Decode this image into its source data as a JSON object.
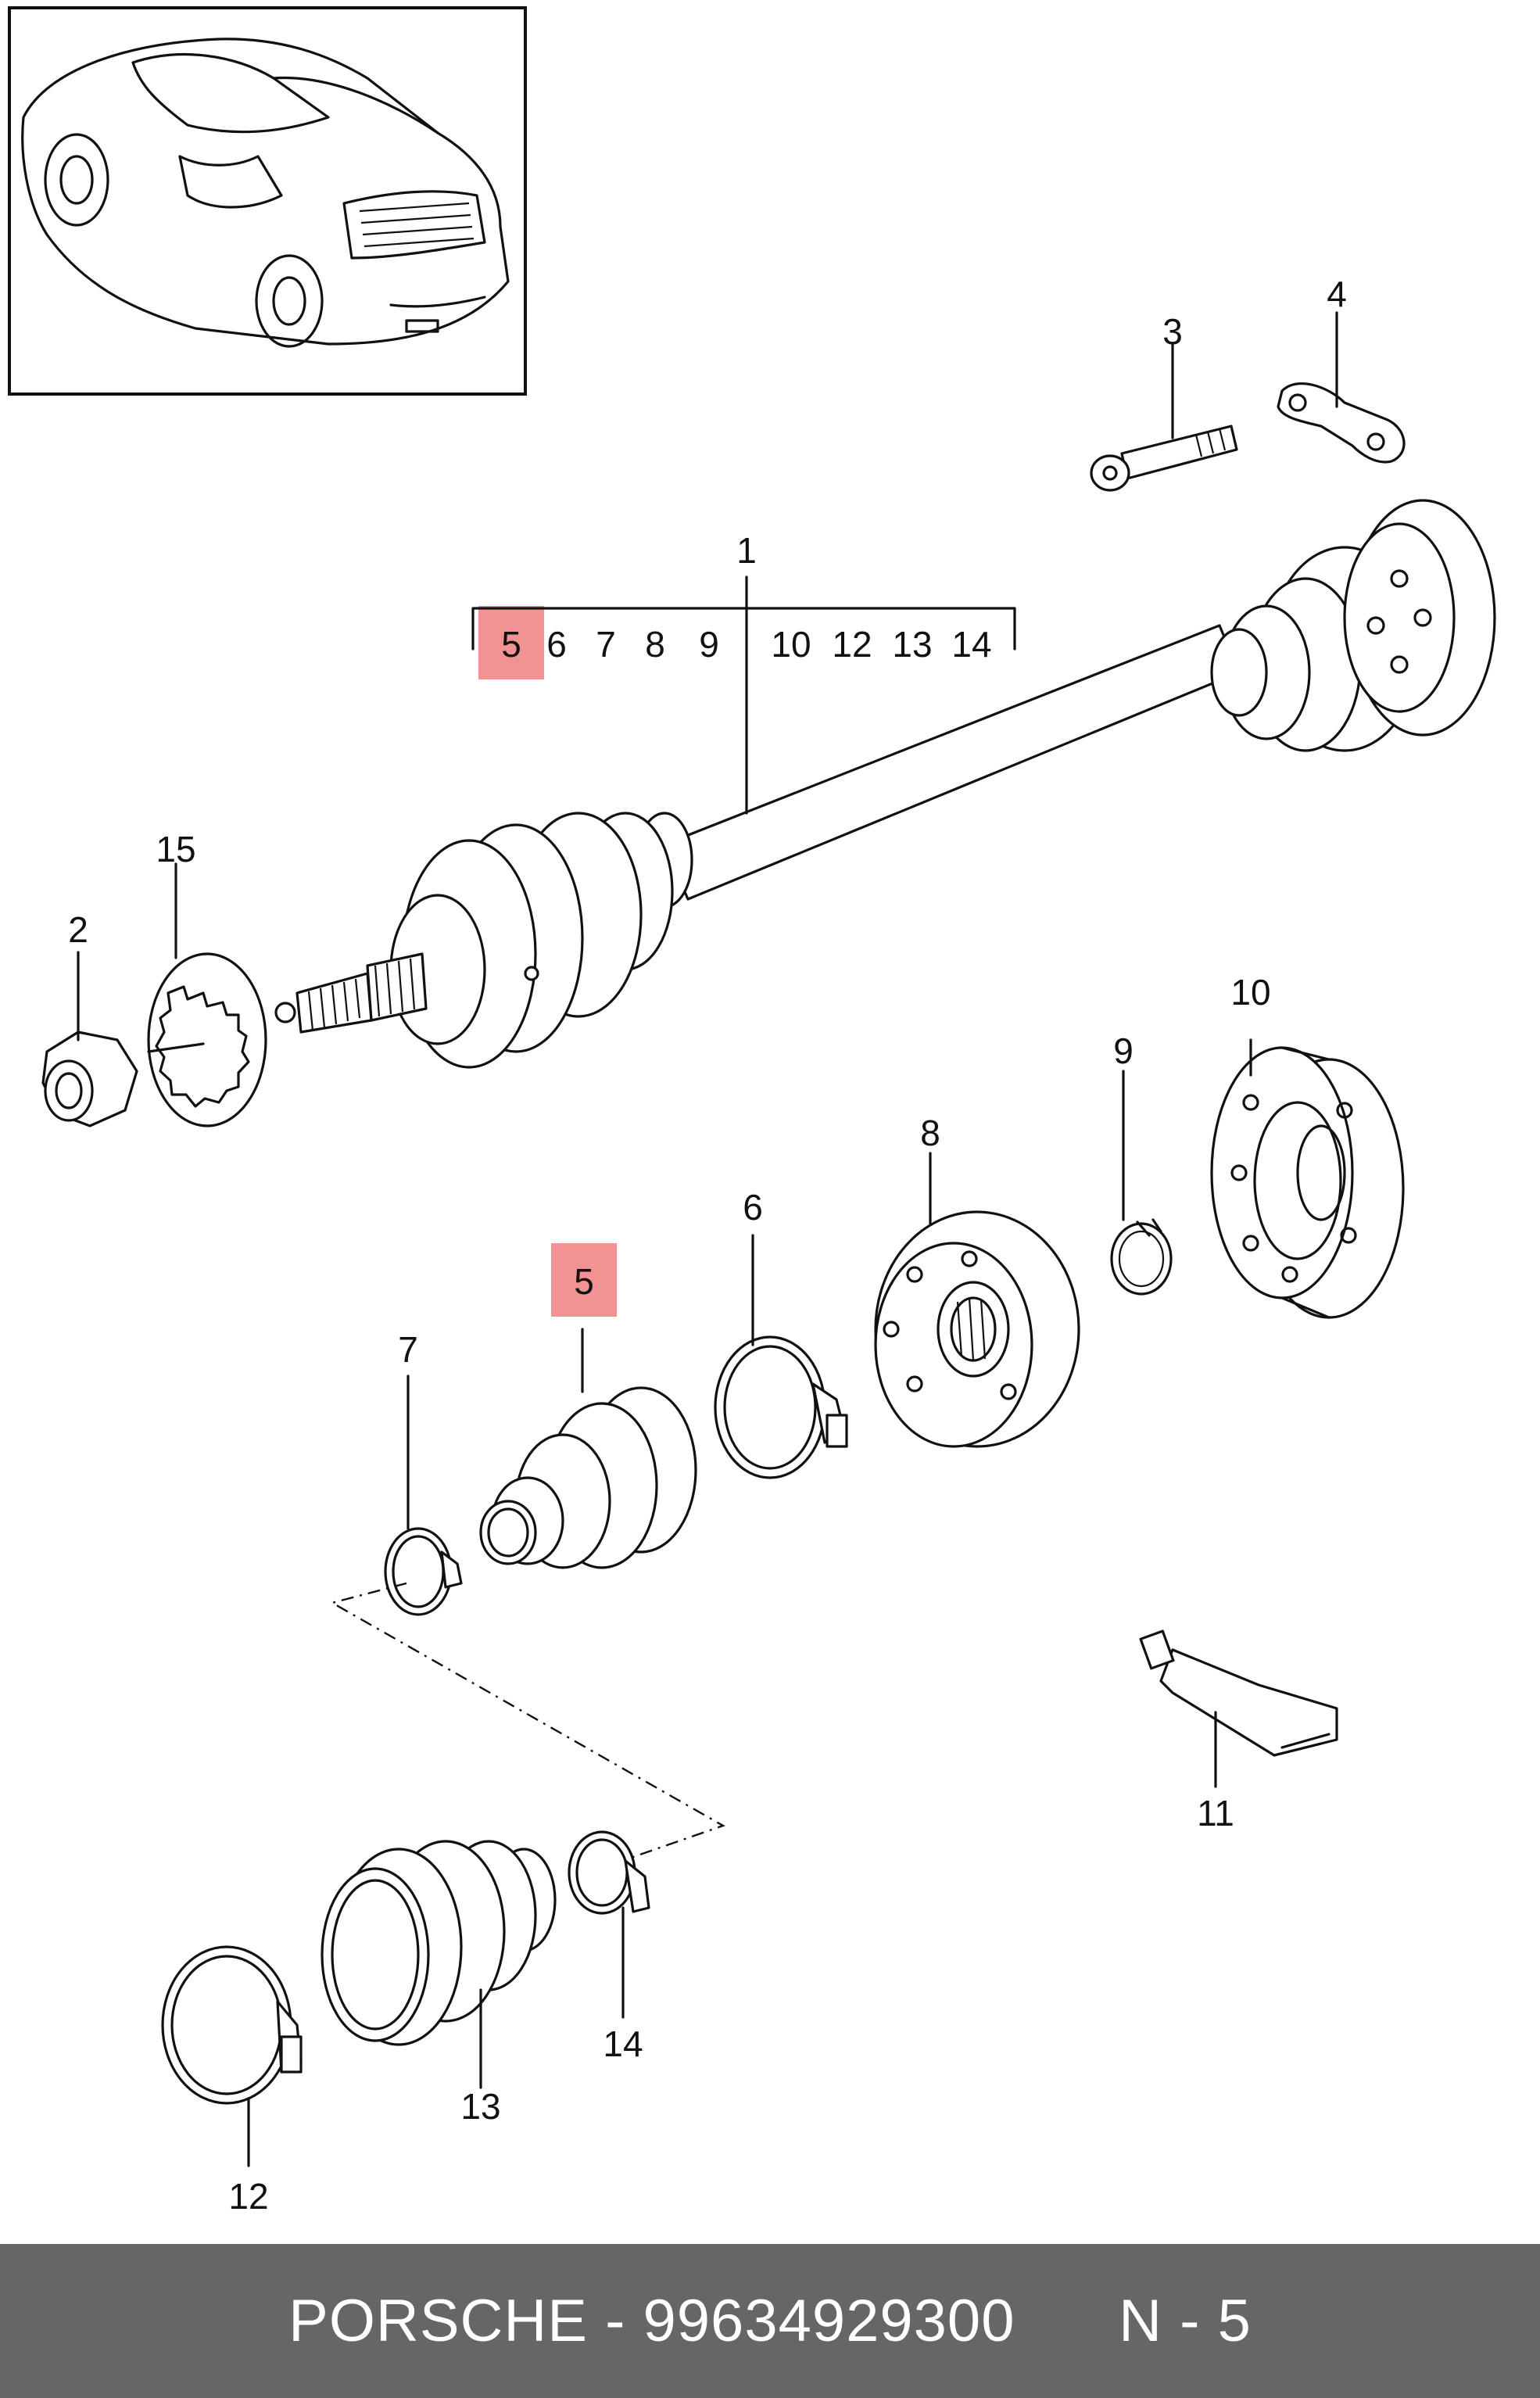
{
  "diagram": {
    "callouts": {
      "c1": "1",
      "c2": "2",
      "c3": "3",
      "c4": "4",
      "c5_top": "5",
      "c5": "5",
      "c6_top": "6",
      "c6": "6",
      "c7_top": "7",
      "c7": "7",
      "c8_top": "8",
      "c8": "8",
      "c9_top": "9",
      "c9": "9",
      "c10_top": "10",
      "c10": "10",
      "c11": "11",
      "c12_top": "12",
      "c12": "12",
      "c13_top": "13",
      "c13": "13",
      "c14_top": "14",
      "c14": "14",
      "c15": "15"
    },
    "highlight_color": "#f08080"
  },
  "footer": {
    "brand": "PORSCHE",
    "separator": " - ",
    "part_number": "99634929300",
    "position_label": "N - 5",
    "background": "#666666"
  }
}
